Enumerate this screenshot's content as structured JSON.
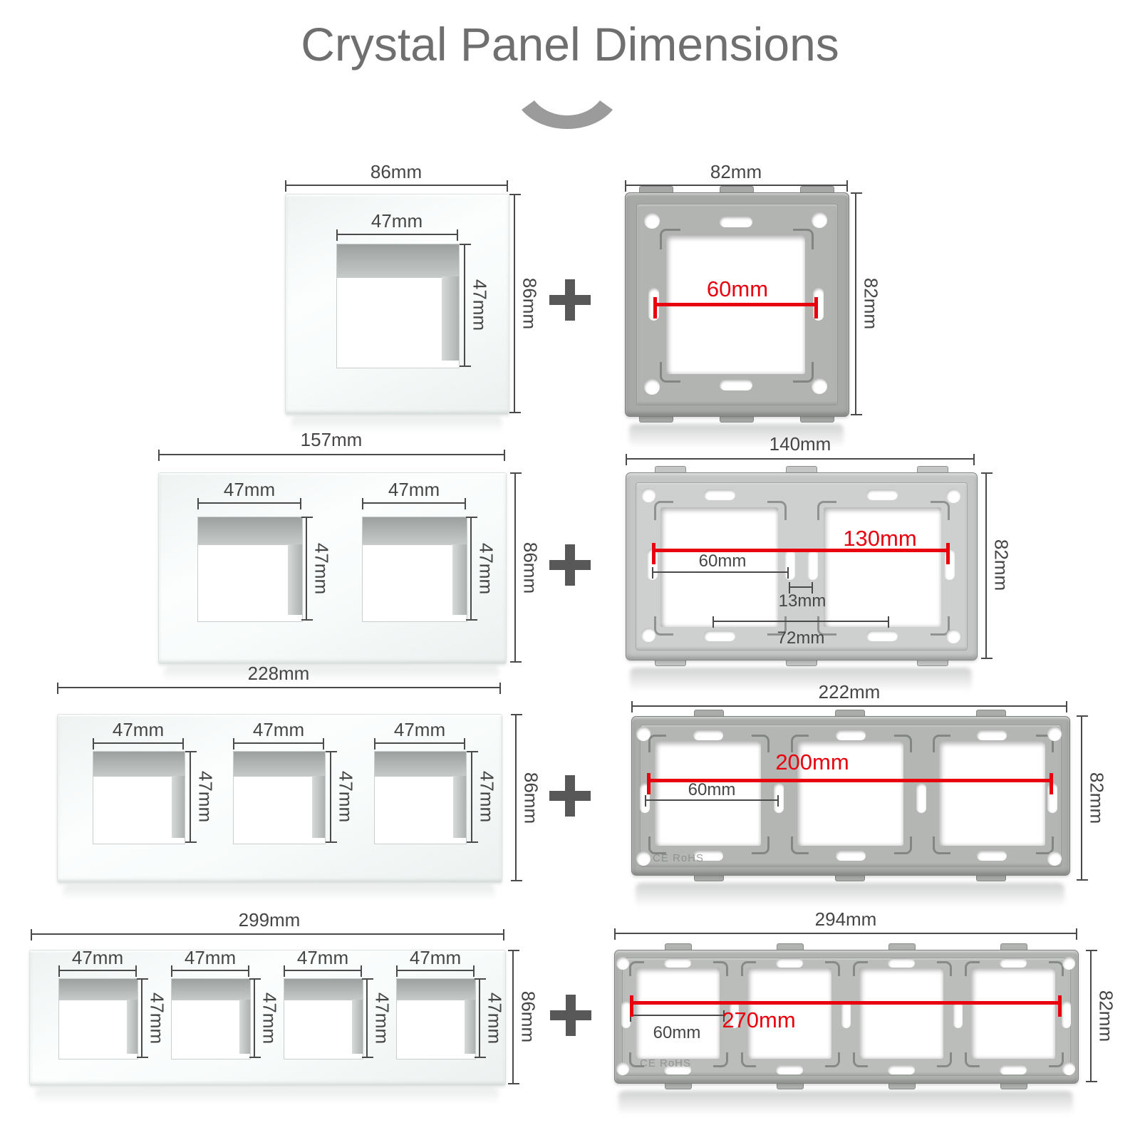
{
  "title": "Crystal Panel Dimensions",
  "colors": {
    "dimension_red": "#e8000e",
    "dimension_gray": "#454545",
    "title_gray": "#6f6f6f",
    "plus_gray": "#585858",
    "frame_gray": "#a9aca9",
    "panel_white": "#f7fbfa"
  },
  "icons": {
    "plus": "+",
    "swoosh": "down-arc"
  },
  "rows": [
    {
      "name": "1-gang",
      "panel": {
        "width_label": "86mm",
        "height_label": "86mm",
        "hole_width_label": "47mm",
        "hole_height_label": "47mm"
      },
      "frame": {
        "width_label": "82mm",
        "height_label": "82mm",
        "screw_span_label": "60mm"
      }
    },
    {
      "name": "2-gang",
      "panel": {
        "width_label": "157mm",
        "height_label": "86mm",
        "hole_width_label": "47mm",
        "hole_height_label": "47mm"
      },
      "frame": {
        "width_label": "140mm",
        "height_label": "82mm",
        "overall_span_label": "130mm",
        "screw_span_label": "60mm",
        "gap_label": "13mm",
        "module_pitch_label": "72mm"
      }
    },
    {
      "name": "3-gang",
      "panel": {
        "width_label": "228mm",
        "height_label": "86mm",
        "hole_width_label": "47mm",
        "hole_height_label": "47mm"
      },
      "frame": {
        "width_label": "222mm",
        "height_label": "82mm",
        "overall_span_label": "200mm",
        "screw_span_label": "60mm",
        "cert_label": "CE RoHS"
      }
    },
    {
      "name": "4-gang",
      "panel": {
        "width_label": "299mm",
        "height_label": "86mm",
        "hole_width_label": "47mm",
        "hole_height_label": "47mm"
      },
      "frame": {
        "width_label": "294mm",
        "height_label": "82mm",
        "overall_span_label": "270mm",
        "screw_span_label": "60mm",
        "cert_label": "CE RoHS"
      }
    }
  ]
}
